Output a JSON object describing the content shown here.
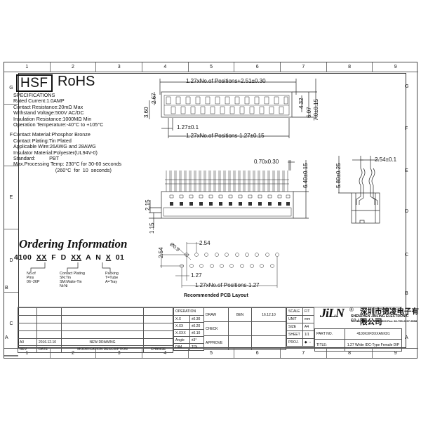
{
  "border": {
    "columns": [
      "1",
      "2",
      "3",
      "4",
      "5",
      "6",
      "7",
      "8",
      "9"
    ],
    "rows": [
      "G",
      "F",
      "E",
      "D",
      "C",
      "B",
      "A"
    ]
  },
  "header": {
    "hsf": "HSF",
    "rohs": "RoHS"
  },
  "specifications": {
    "title": "SPECIFICATIONS",
    "lines": [
      "Rated  Current:1.0AMP",
      "Contact  Resistance:20mΩ  Max",
      "Withstand  Voltage:500V  AC/DC",
      "Insulation  Resistance:1000MΩ  Min",
      "Operation  Temperature:-40°C  to  +105°C"
    ],
    "materials": [
      "Contact  Material:Phosphor  Bronze",
      "Contact  Plating:Tin  Plated",
      "Applicable  Wire:26AWG  and  28AWG",
      "Insulator  Material:Polyester(UL94V-0)",
      "Standard:          PBT",
      "Max.Processing  Temp:  230°C  for  30-60  seconds",
      "                              (260°C  for  10  seconds)"
    ]
  },
  "ordering": {
    "title": "Ordering Information",
    "code_parts": [
      "4100",
      "XX",
      "F",
      "D",
      "XX",
      "A",
      "N",
      "X",
      "01"
    ],
    "notes": {
      "pins": [
        "No.of",
        "Pins",
        "06~26P"
      ],
      "plating": [
        "Contact  Plating",
        "SN:Tin",
        "SM:Matte-Tin",
        "Ni:Ni"
      ],
      "packing": [
        "Packing",
        "T=Tube",
        "A=Tray"
      ]
    }
  },
  "dimensions": {
    "top_overall": "1.27xNo.of  Positions+2.51±0.30",
    "pitch": "1.27±0.1",
    "pin_span": "1.27xNo.of  Positions-1.27±0.15",
    "left_267": "2.67",
    "left_360": "3.60",
    "right_432": "4.32",
    "right_607": "6.07",
    "right_70": "7.0±0.15",
    "pin_size": "0.70x0.30",
    "height_640": "6.40±0.15",
    "left_215": "2.15",
    "left_115": "1.15",
    "side_580": "5.80±0.25",
    "side_254": "2.54±0.1",
    "pcb_row": "2.54",
    "pcb_hole": "Ø0.9",
    "pcb_pitch_x": "2.54",
    "pcb_offset": "1.27",
    "pcb_span": "1.27xNo.of  Positions-1.27",
    "pcb_title": "Recommended PCB Layout"
  },
  "revision_table": {
    "rows": [
      {
        "rev": "",
        "date": "",
        "desc": "",
        "change": ""
      },
      {
        "rev": "",
        "date": "",
        "desc": "",
        "change": ""
      },
      {
        "rev": "",
        "date": "",
        "desc": "",
        "change": ""
      },
      {
        "rev": "",
        "date": "",
        "desc": "",
        "change": ""
      },
      {
        "rev": "A0",
        "date": "2016.12.10",
        "desc": "NEW  DRAWING",
        "change": ""
      }
    ],
    "headers": {
      "rev": "REV",
      "date": "DATE",
      "desc": "MODIFICATION  DESCRIPTION",
      "change": "CHANGE"
    }
  },
  "tolerance_table": {
    "header": "OPERATION",
    "rows": [
      {
        "dim": "X.X",
        "tol": "±0.30"
      },
      {
        "dim": "X.XX",
        "tol": "±0.20"
      },
      {
        "dim": "X.XXX",
        "tol": "±0.10"
      },
      {
        "dim": "Angle",
        "tol": "±3°"
      }
    ],
    "footer": {
      "dim": "DIM",
      "tol": "TOL"
    }
  },
  "approval": {
    "drawn_label": "DRAW",
    "drawn_by": "BEN",
    "drawn_date": "16.12.10",
    "check_label": "CHECK",
    "approve_label": "APPROVE"
  },
  "sheet_info": {
    "scale_label": "SCALE",
    "scale": "FIT",
    "unit_label": "UNIT",
    "unit": "mm",
    "size_label": "SIZE",
    "size": "A4",
    "sheet_label": "SHEET",
    "sheet": "1/1",
    "proj_label": "PROJ.",
    "proj": "◆ ⇔"
  },
  "company": {
    "logo": "JiLN",
    "registered": "®",
    "name_cn": "深圳市锦凌电子有限公司",
    "name_en": "SHENZHEN JINLING ELECTRONIC CO.,LTD",
    "contact": "Tel: 86-755-2997-5568/5503    Fax: 86-755-2997-5558"
  },
  "part": {
    "part_no_label": "PART NO.",
    "part_no": "4100XXFDXXANX01",
    "title_label": "TITLE:",
    "title": "1.27 White IDC-Type Female DIP"
  }
}
